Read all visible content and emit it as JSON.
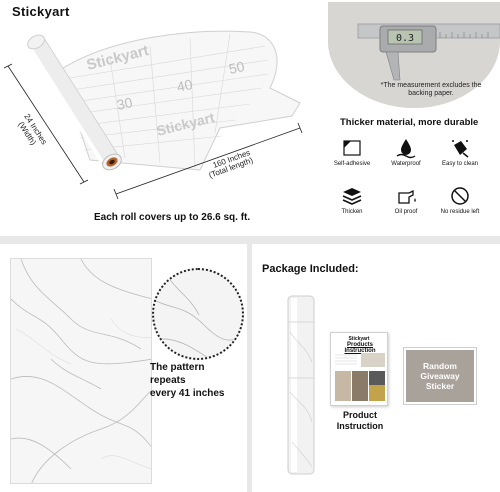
{
  "brand": "Stickyart",
  "roll_diagram": {
    "width_label": "24 Inches",
    "width_sub": "(Width)",
    "length_label": "160 Inches",
    "length_sub": "(Total length)",
    "grid_numbers": [
      "30",
      "40",
      "50"
    ],
    "roll_brand_marks": [
      "Stickyart",
      "Stickyart"
    ],
    "coverage_text": "Each roll covers up to 26.6 sq. ft."
  },
  "caliper": {
    "readout": "0.3",
    "note": "*The measurement excludes the backing paper."
  },
  "thicker_text": "Thicker material, more durable",
  "features": [
    {
      "icon": "self-adhesive-icon",
      "label": "Self-adhesive"
    },
    {
      "icon": "waterproof-icon",
      "label": "Waterproof"
    },
    {
      "icon": "easy-to-clean-icon",
      "label": "Easy to clean"
    },
    {
      "icon": "thicken-icon",
      "label": "Thicken"
    },
    {
      "icon": "oil-proof-icon",
      "label": "Oil proof"
    },
    {
      "icon": "no-residue-icon",
      "label": "No residue left"
    }
  ],
  "pattern": {
    "line1": "The pattern",
    "line2": "repeats",
    "line3": "every 41 inches"
  },
  "package": {
    "title": "Package Included:",
    "booklet_brand": "Stickyart",
    "booklet_title": "Products Instruction",
    "instruction_line1": "Product",
    "instruction_line2": "Instruction",
    "sticker_line1": "Random",
    "sticker_line2": "Giveaway",
    "sticker_line3": "Sticker"
  },
  "colors": {
    "sticker_bg": "#a9a29a",
    "divider": "#e8e8e8",
    "roll_core": "#b5652e"
  }
}
